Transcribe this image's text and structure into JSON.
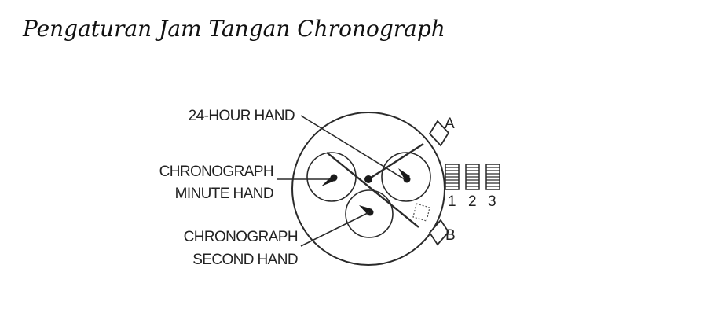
{
  "title": "Pengaturan Jam Tangan Chronograph",
  "diagram": {
    "labels": {
      "hour24": "24-HOUR HAND",
      "chrono_minute_line1": "CHRONOGRAPH",
      "chrono_minute_line2": "MINUTE HAND",
      "chrono_second_line1": "CHRONOGRAPH",
      "chrono_second_line2": "SECOND HAND"
    },
    "buttons": {
      "a": "A",
      "b": "B"
    },
    "crown_positions": [
      "1",
      "2",
      "3"
    ],
    "colors": {
      "line": "#2a2a2a",
      "text": "#222222",
      "background": "#ffffff"
    }
  }
}
